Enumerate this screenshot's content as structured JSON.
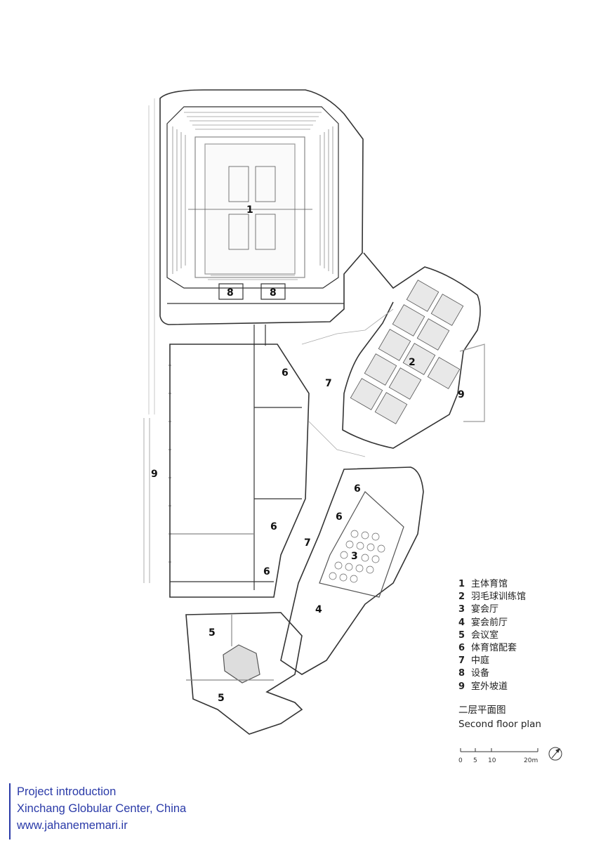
{
  "plan": {
    "labels": [
      {
        "id": "1",
        "text": "1"
      },
      {
        "id": "2",
        "text": "2"
      },
      {
        "id": "3",
        "text": "3"
      },
      {
        "id": "4",
        "text": "4"
      },
      {
        "id": "5",
        "text": "5"
      },
      {
        "id": "6",
        "text": "6"
      },
      {
        "id": "7",
        "text": "7"
      },
      {
        "id": "8",
        "text": "8"
      },
      {
        "id": "9",
        "text": "9"
      }
    ]
  },
  "legend": {
    "items": [
      {
        "num": "1",
        "text": "主体育馆"
      },
      {
        "num": "2",
        "text": "羽毛球训练馆"
      },
      {
        "num": "3",
        "text": "宴会厅"
      },
      {
        "num": "4",
        "text": "宴会前厅"
      },
      {
        "num": "5",
        "text": "会议室"
      },
      {
        "num": "6",
        "text": "体育馆配套"
      },
      {
        "num": "7",
        "text": "中庭"
      },
      {
        "num": "8",
        "text": "设备"
      },
      {
        "num": "9",
        "text": "室外坡道"
      }
    ],
    "title_cn": "二层平面图",
    "title_en": "Second floor plan"
  },
  "scale": {
    "ticks": [
      "0",
      "5",
      "10",
      "20m"
    ]
  },
  "footer": {
    "line1": "Project introduction",
    "line2": "Xinchang Globular Center, China",
    "line3": "www.jahanememari.ir"
  }
}
